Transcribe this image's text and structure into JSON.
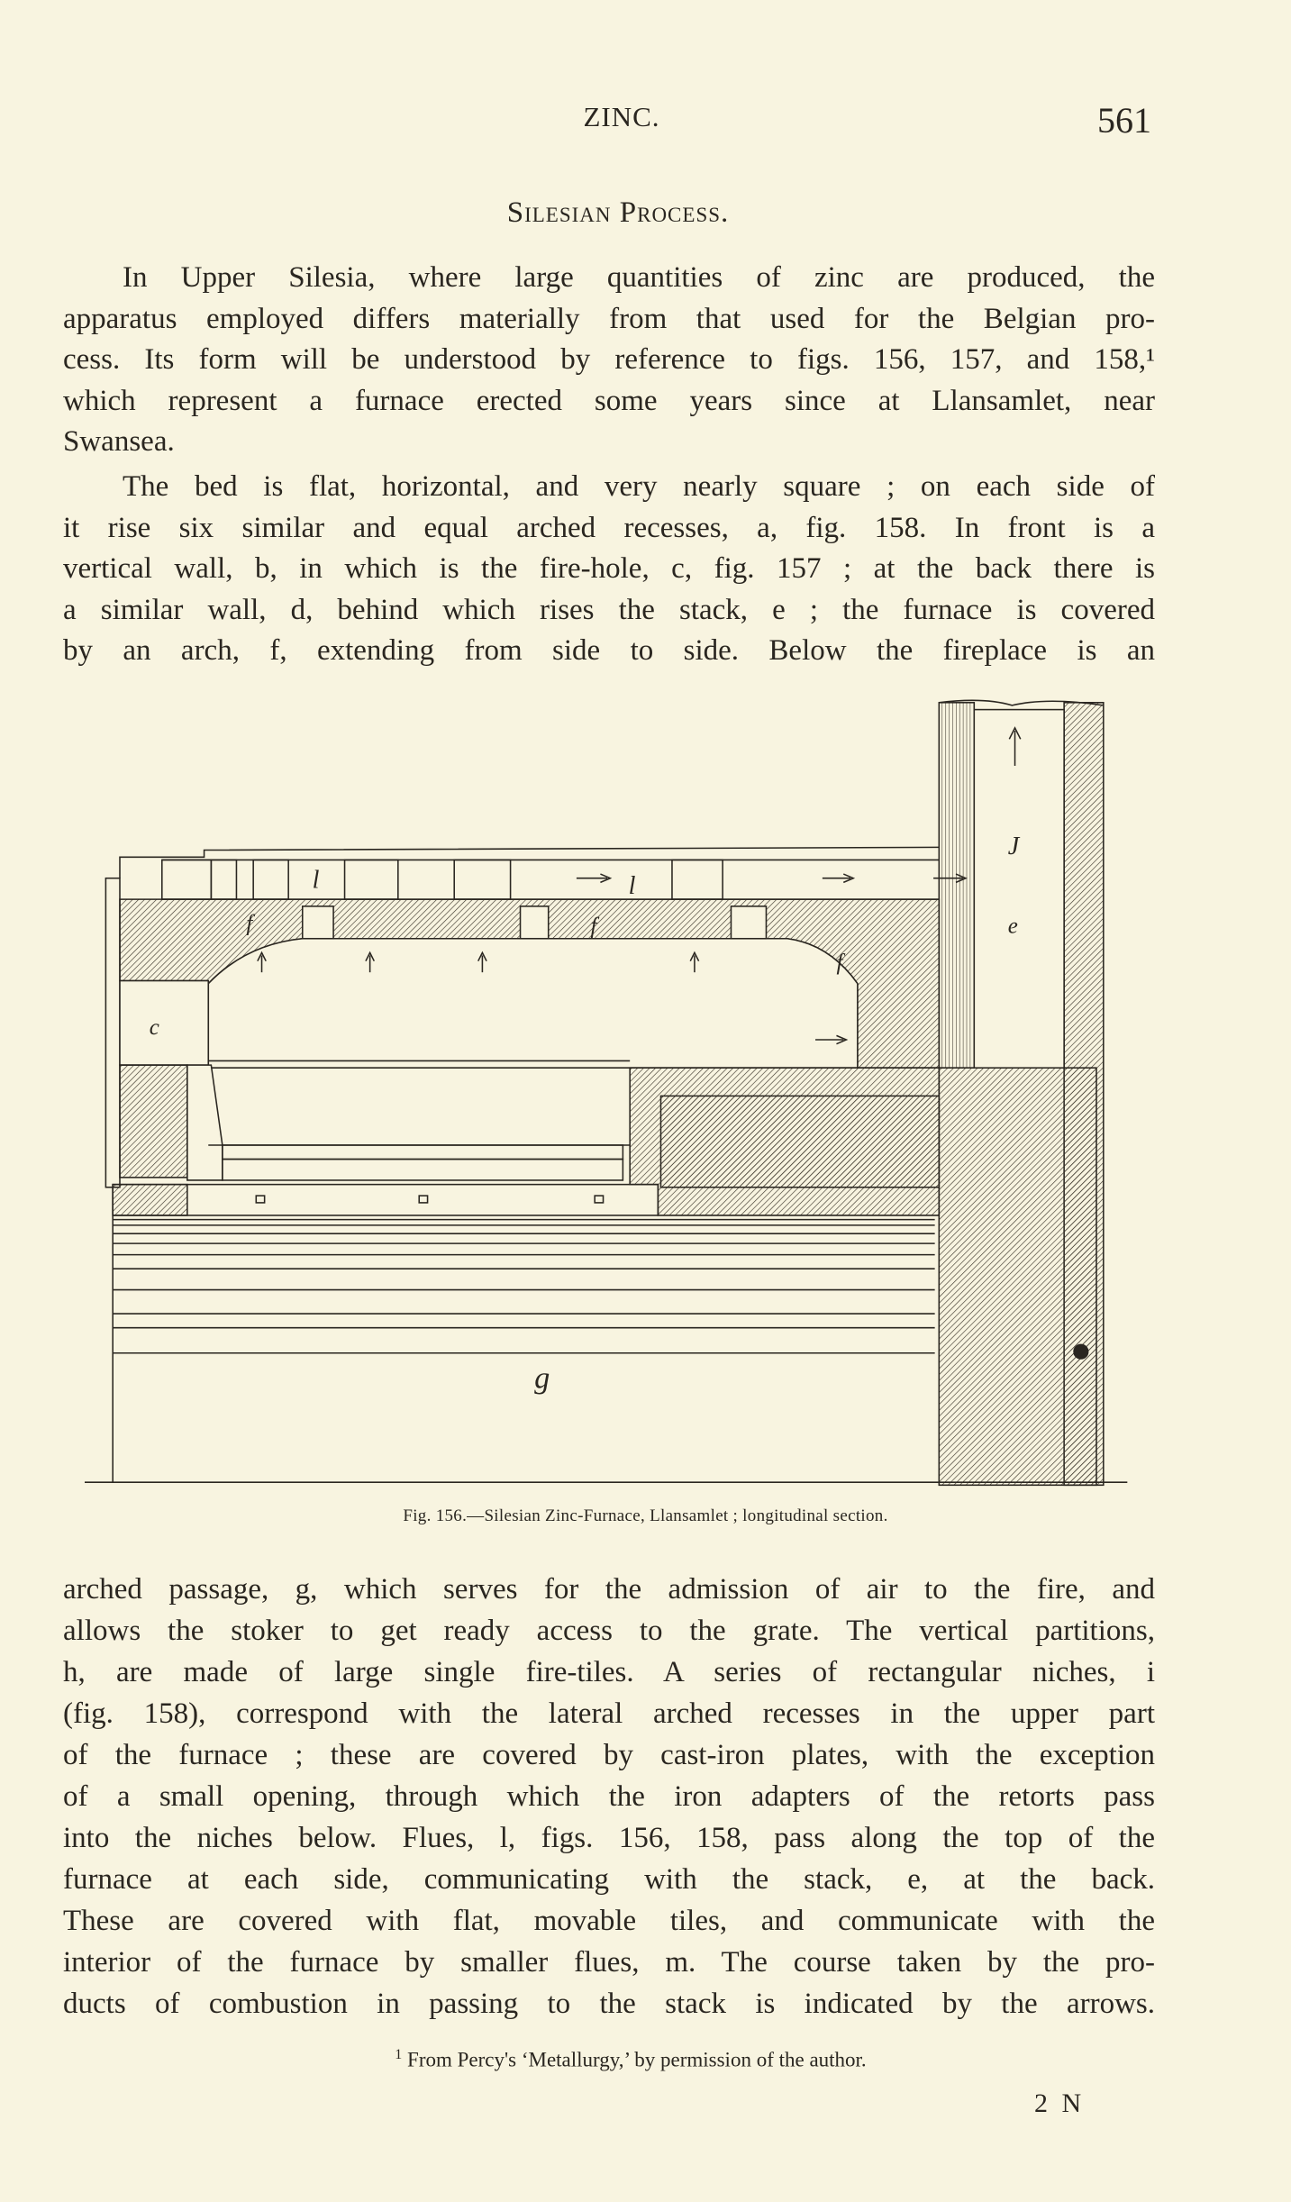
{
  "header": {
    "running_head": "ZINC.",
    "page_number": "561"
  },
  "section_title": "Silesian Process.",
  "paragraphs": [
    [
      "In Upper Silesia, where large quantities of zinc are produced, the",
      "apparatus employed differs materially from that used for the Belgian pro-",
      "cess.  Its form will be understood by reference to figs. 156, 157, and 158,¹",
      "which represent a furnace erected some years since at Llansamlet, near",
      "Swansea."
    ],
    [
      "The bed is flat, horizontal, and very nearly square ; on each side of",
      "it rise six similar and equal arched recesses, a, fig. 158.  In front is a",
      "vertical wall, b, in which is the fire-hole, c, fig. 157 ; at the back there is",
      "a similar wall, d, behind which rises the stack, e ; the furnace is covered",
      "by an arch, f, extending from side to side.  Below the fireplace is an"
    ],
    [
      "arched passage, g, which serves for the admission of air to the fire, and",
      "allows the stoker to get ready access to the grate.  The vertical partitions,",
      "h, are made of large single fire-tiles.  A series of rectangular niches, i",
      "(fig. 158), correspond with the lateral arched recesses in the upper part",
      "of the furnace ; these are covered by cast-iron plates, with the exception",
      "of a small opening, through which the iron adapters of the retorts pass",
      "into the niches below.  Flues, l, figs. 156, 158, pass along the top of the",
      "furnace at each side, communicating with the stack, e, at the back.",
      "These are covered with flat, movable tiles, and communicate with the",
      "interior of the furnace by smaller flues, m.  The course taken by the pro-",
      "ducts of combustion in passing to the stack is indicated by the arrows."
    ]
  ],
  "figure": {
    "caption": "Fig. 156.—Silesian Zinc-Furnace, Llansamlet ; longitudinal section.",
    "labels": {
      "flue_1": "l",
      "flue_2": "l",
      "stack": "e",
      "stack_arrow": "J",
      "fire_hole": "c",
      "arch_1": "f",
      "arch_2": "f",
      "arch_3": "f",
      "passage": "g"
    }
  },
  "footnote": {
    "marker": "1",
    "text": "From Percy's ‘Metallurgy,’ by permission of the author."
  },
  "signature": "2 N"
}
